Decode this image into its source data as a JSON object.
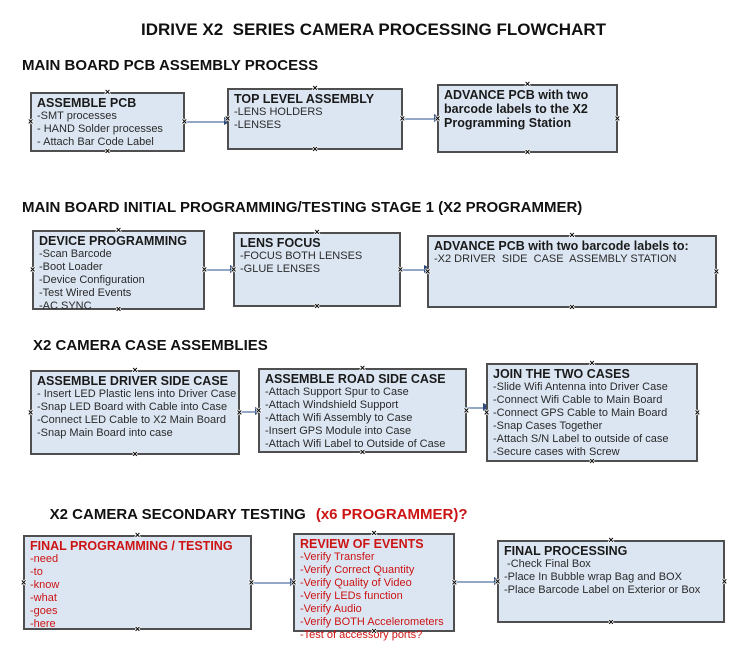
{
  "title": "IDRIVE X2  SERIES CAMERA PROCESSING FLOWCHART",
  "glyphs": {
    "handle": "×"
  },
  "colors": {
    "box_fill": "#dce6f2",
    "box_border": "#4f4f4f",
    "arrow_line": "#92a8c6",
    "arrow_head": "#2f497b",
    "accent_red": "#cc1414",
    "text": "#1a1a1a"
  },
  "sections": [
    {
      "heading": "MAIN BOARD PCB ASSEMBLY PROCESS",
      "boxes": [
        {
          "title": "ASSEMBLE PCB",
          "items": [
            "-SMT processes",
            "- HAND Solder processes",
            "- Attach Bar Code Label"
          ]
        },
        {
          "title": "TOP LEVEL ASSEMBLY",
          "items": [
            "-LENS HOLDERS",
            "-LENSES"
          ]
        },
        {
          "title": "ADVANCE PCB with two barcode labels to the X2 Programming Station",
          "items": []
        }
      ]
    },
    {
      "heading": "MAIN BOARD INITIAL PROGRAMMING/TESTING STAGE 1 (X2 PROGRAMMER)",
      "boxes": [
        {
          "title": "DEVICE PROGRAMMING",
          "items": [
            "-Scan Barcode",
            "-Boot Loader",
            "-Device Configuration",
            "-Test Wired Events",
            "-AC SYNC"
          ]
        },
        {
          "title": "LENS FOCUS",
          "items": [
            "-FOCUS BOTH LENSES",
            "-GLUE LENSES"
          ]
        },
        {
          "title": "ADVANCE PCB with two barcode labels to:",
          "items": [
            "-X2 DRIVER  SIDE  CASE  ASSEMBLY STATION"
          ]
        }
      ]
    },
    {
      "heading": "X2 CAMERA CASE ASSEMBLIES",
      "boxes": [
        {
          "title": "ASSEMBLE DRIVER SIDE CASE",
          "items": [
            "- Insert LED Plastic lens into Driver Case",
            "-Snap LED Board with Cable into Case",
            "-Connect LED Cable to X2 Main Board",
            "-Snap Main Board into case"
          ]
        },
        {
          "title": "ASSEMBLE ROAD SIDE CASE",
          "items": [
            "-Attach Support Spur to Case",
            "-Attach Windshield Support",
            "-Attach Wifi Assembly to Case",
            "-Insert GPS Module into Case",
            "-Attach Wifi Label to Outside of Case"
          ]
        },
        {
          "title": "JOIN THE TWO CASES",
          "items": [
            "-Slide Wifi Antenna into Driver Case",
            "-Connect Wifi Cable to Main Board",
            "-Connect GPS Cable to Main Board",
            "-Snap Cases Together",
            "-Attach S/N Label to outside of case",
            "-Secure cases with Screw"
          ]
        }
      ]
    },
    {
      "heading": "X2 CAMERA SECONDARY TESTING",
      "heading_suffix": "(x6 PROGRAMMER)?",
      "boxes": [
        {
          "title": "FINAL PROGRAMMING / TESTING",
          "items": [
            "-need",
            "-to",
            "-know",
            "-what",
            "-goes",
            "-here"
          ]
        },
        {
          "title": "REVIEW OF EVENTS",
          "items": [
            "-Verify Transfer",
            "-Verify Correct Quantity",
            "-Verify Quality of Video",
            "-Verify LEDs function",
            "-Verify Audio",
            "-Verify BOTH Accelerometers",
            "-Test of accessory ports?"
          ]
        },
        {
          "title": "FINAL PROCESSING",
          "items": [
            " -Check Final Box",
            "-Place In Bubble wrap Bag and BOX",
            "-Place Barcode Label on Exterior or Box"
          ]
        }
      ]
    }
  ]
}
